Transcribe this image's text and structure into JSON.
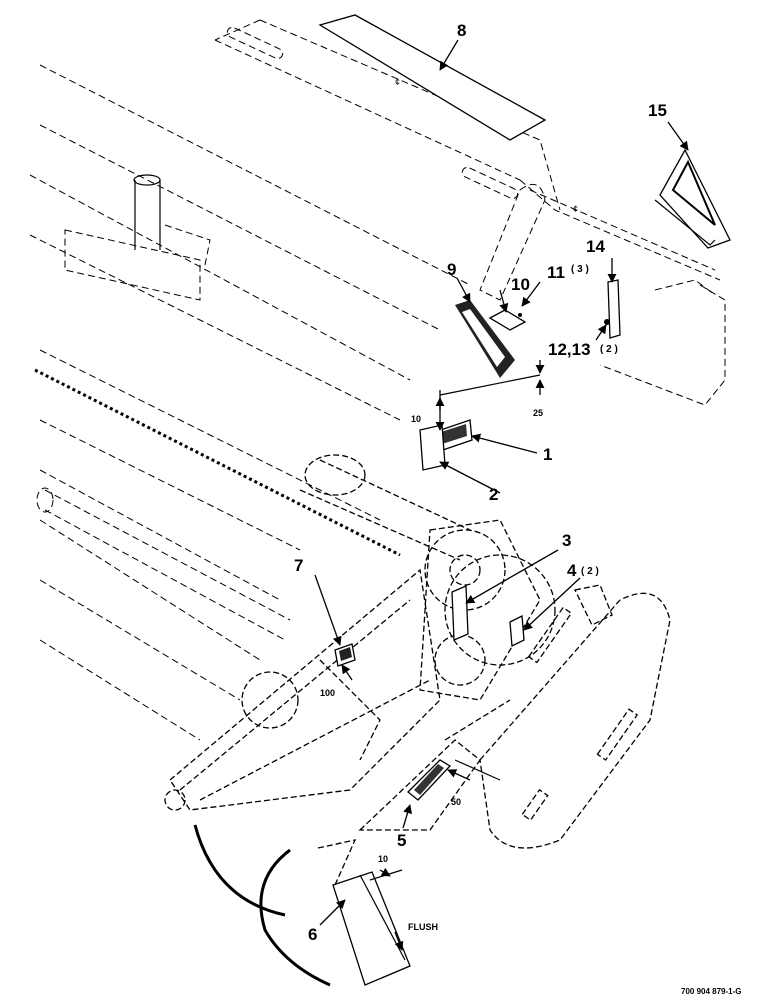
{
  "callouts": {
    "c1": "1",
    "c2": "2",
    "c3": "3",
    "c4": "4",
    "c4_qty": "( 2 )",
    "c5": "5",
    "c6": "6",
    "c7": "7",
    "c8": "8",
    "c9": "9",
    "c10": "10",
    "c11": "11",
    "c11_qty": "( 3 )",
    "c1213": "12,13",
    "c1213_qty": "( 2 )",
    "c14": "14",
    "c15": "15"
  },
  "dimensions": {
    "d10_upper": "10",
    "d25": "25",
    "d100": "100",
    "d50": "50",
    "d10_lower": "10",
    "flush": "FLUSH"
  },
  "figure_id": "700 904 879-1-G"
}
